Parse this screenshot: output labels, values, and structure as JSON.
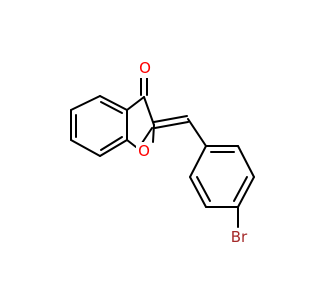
{
  "molecule": {
    "atoms": {
      "carbonyl_oxygen": {
        "symbol": "O",
        "color": "#ff0000"
      },
      "ring_oxygen": {
        "symbol": "O",
        "color": "#ff0000"
      },
      "bromine": {
        "symbol": "Br",
        "color": "#a52a2a"
      }
    },
    "bond_color": "#000000",
    "background": "#ffffff"
  }
}
